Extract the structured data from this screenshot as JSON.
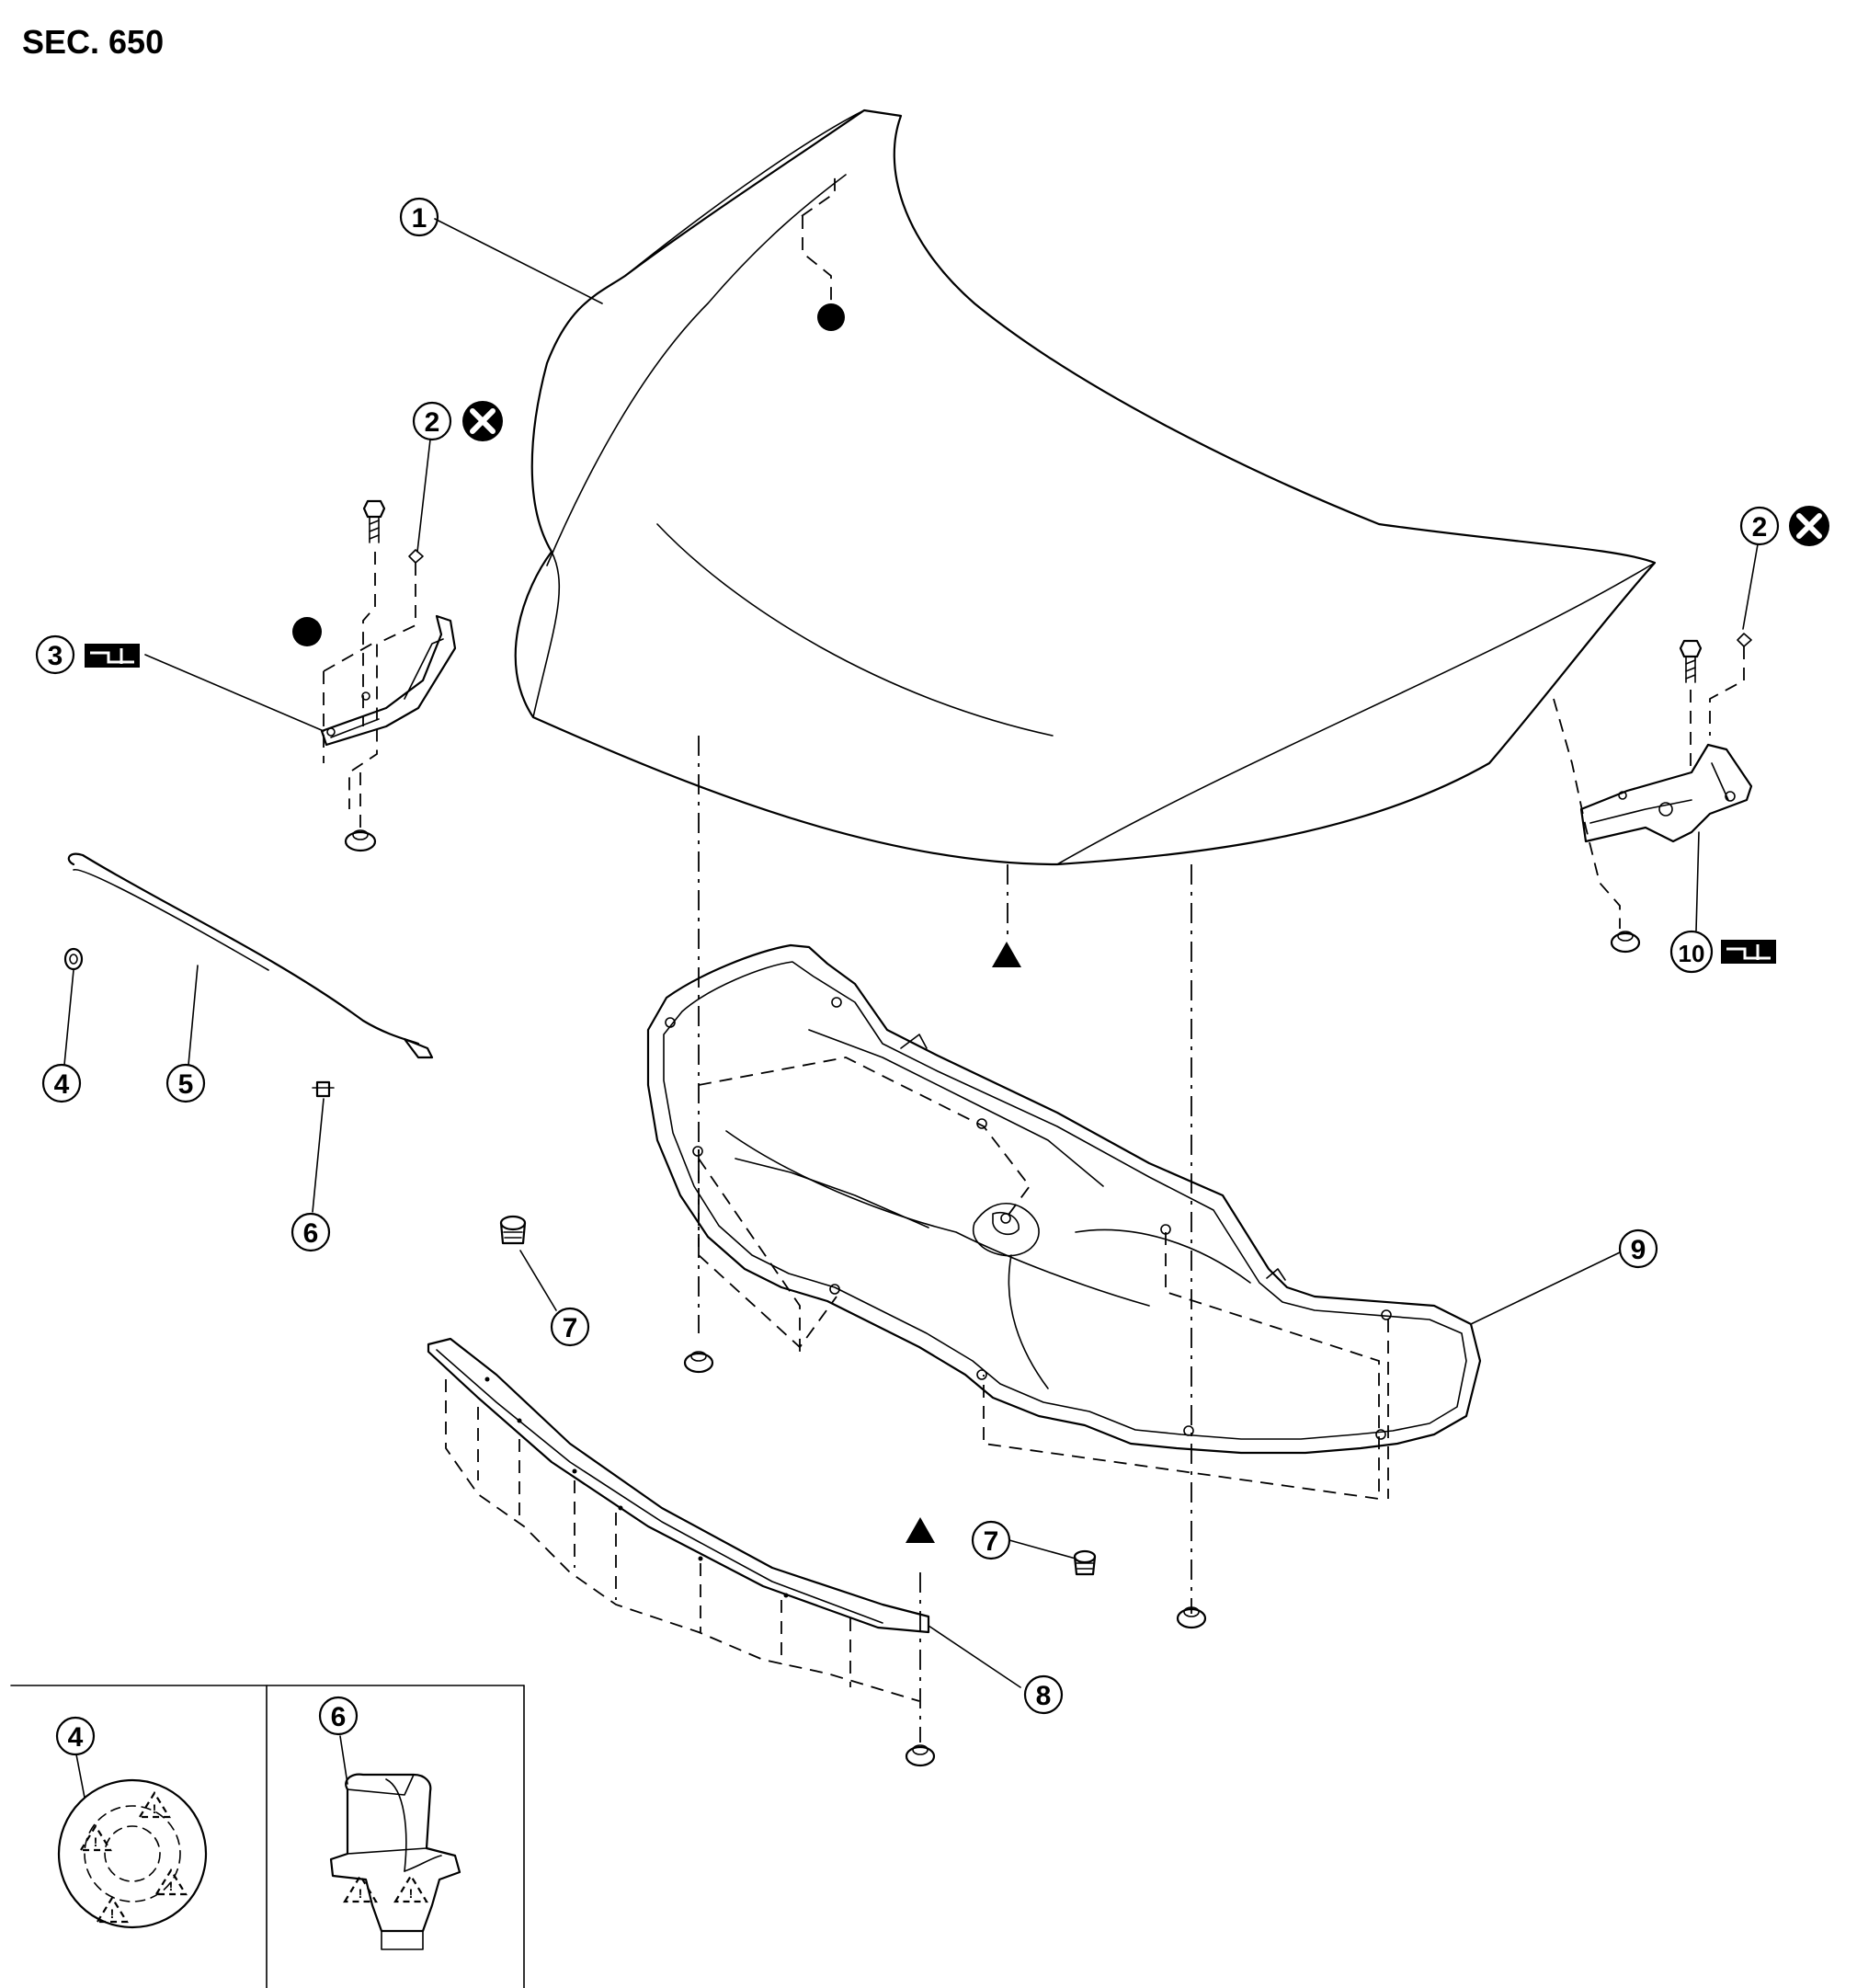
{
  "header": {
    "section_label": "SEC. 650"
  },
  "callouts": {
    "c1": "1",
    "c2a": "2",
    "c2b": "2",
    "c3": "3",
    "c4": "4",
    "c5": "5",
    "c6": "6",
    "c7a": "7",
    "c7b": "7",
    "c8": "8",
    "c9": "9",
    "c10": "10",
    "detail4": "4",
    "detail6": "6"
  },
  "symbols": {
    "replace": "x-circle-icon",
    "adjust": "adjust-icon",
    "apply": "filled-dot-icon",
    "align": "filled-triangle-icon",
    "hazard": "dashed-triangle-icon"
  }
}
